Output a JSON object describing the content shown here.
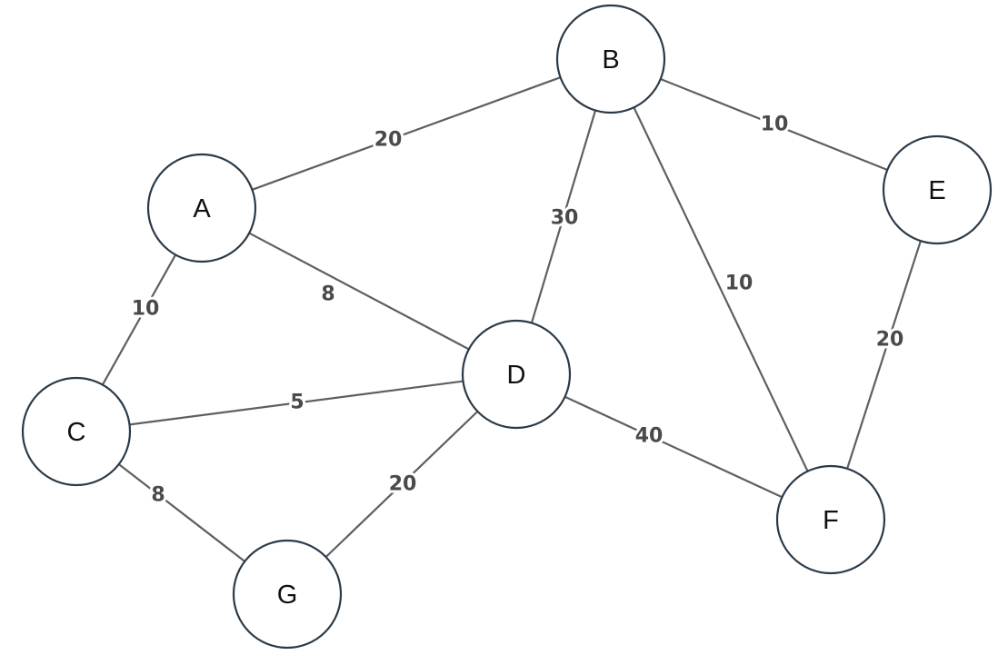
{
  "graph": {
    "nodes": [
      {
        "id": "A",
        "label": "A"
      },
      {
        "id": "B",
        "label": "B"
      },
      {
        "id": "C",
        "label": "C"
      },
      {
        "id": "D",
        "label": "D"
      },
      {
        "id": "E",
        "label": "E"
      },
      {
        "id": "F",
        "label": "F"
      },
      {
        "id": "G",
        "label": "G"
      }
    ],
    "edges": [
      {
        "from": "A",
        "to": "B",
        "weight": "20"
      },
      {
        "from": "A",
        "to": "C",
        "weight": "10"
      },
      {
        "from": "A",
        "to": "D",
        "weight": "8"
      },
      {
        "from": "B",
        "to": "D",
        "weight": "30"
      },
      {
        "from": "B",
        "to": "E",
        "weight": "10"
      },
      {
        "from": "B",
        "to": "F",
        "weight": "10"
      },
      {
        "from": "C",
        "to": "D",
        "weight": "5"
      },
      {
        "from": "C",
        "to": "G",
        "weight": "8"
      },
      {
        "from": "D",
        "to": "G",
        "weight": "20"
      },
      {
        "from": "D",
        "to": "F",
        "weight": "40"
      },
      {
        "from": "E",
        "to": "F",
        "weight": "20"
      }
    ]
  },
  "colors": {
    "edge": "#5f5f5f",
    "node_border": "#2b3a48",
    "node_fill": "#ffffff",
    "label": "#4a4a4a"
  }
}
